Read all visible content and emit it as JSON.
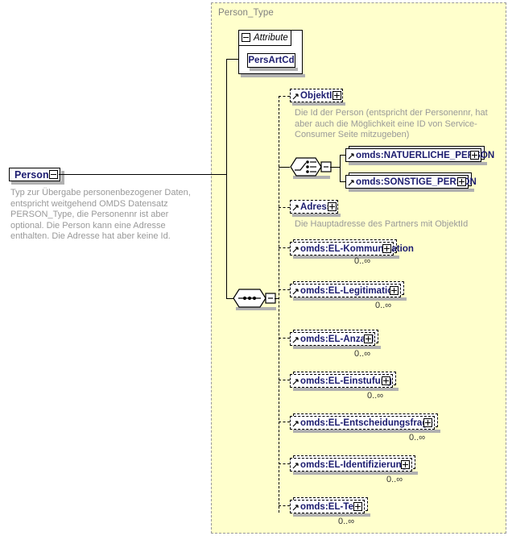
{
  "root": {
    "name": "Person",
    "control": "minus",
    "documentation": "Typ zur Übergabe personenbezogener Daten, entspricht weitgehend OMDS Datensatz PERSON_Type, die Personennr ist aber optional. Die Person kann eine Adresse enthalten. Die Adresse hat aber keine Id."
  },
  "type_container": {
    "label": "Person_Type"
  },
  "attributes": {
    "group_label": "Attribute",
    "group_control": "minus",
    "items": [
      {
        "name": "PersArtCd"
      }
    ]
  },
  "compositors": {
    "choice": "choice-compositor",
    "sequence": "sequence-compositor"
  },
  "elements": [
    {
      "name": "ObjektId",
      "control": "plus",
      "required": false,
      "multi": false,
      "cardinality": "",
      "documentation": "Die Id der Person (entspricht der Personennr, hat aber auch die Möglichkeit eine ID von Service-Consumer Seite mitzugeben)"
    },
    {
      "name": "omds:NATUERLICHE_PERSON",
      "control": "plus",
      "required": true,
      "multi": true,
      "cardinality": "",
      "documentation": ""
    },
    {
      "name": "omds:SONSTIGE_PERSON",
      "control": "plus",
      "required": true,
      "multi": true,
      "cardinality": "",
      "documentation": ""
    },
    {
      "name": "Adresse",
      "control": "plus",
      "required": false,
      "multi": false,
      "cardinality": "",
      "documentation": "Die Hauptadresse des Partners mit ObjektId"
    },
    {
      "name": "omds:EL-Kommunikation",
      "control": "plus",
      "required": false,
      "multi": true,
      "cardinality": "0..∞",
      "documentation": ""
    },
    {
      "name": "omds:EL-Legitimation",
      "control": "plus",
      "required": false,
      "multi": true,
      "cardinality": "0..∞",
      "documentation": ""
    },
    {
      "name": "omds:EL-Anzahl",
      "control": "plus",
      "required": false,
      "multi": true,
      "cardinality": "0..∞",
      "documentation": ""
    },
    {
      "name": "omds:EL-Einstufung",
      "control": "plus",
      "required": false,
      "multi": true,
      "cardinality": "0..∞",
      "documentation": ""
    },
    {
      "name": "omds:EL-Entscheidungsfrage",
      "control": "plus",
      "required": false,
      "multi": true,
      "cardinality": "0..∞",
      "documentation": ""
    },
    {
      "name": "omds:EL-Identifizierung",
      "control": "plus",
      "required": false,
      "multi": true,
      "cardinality": "0..∞",
      "documentation": ""
    },
    {
      "name": "omds:EL-Text",
      "control": "plus",
      "required": false,
      "multi": true,
      "cardinality": "0..∞",
      "documentation": ""
    }
  ],
  "colors": {
    "type_background": "#ffffcc",
    "element_label": "#1b1b6f",
    "documentation_text": "#999999",
    "node_fill": "#ffffff",
    "shadow": "#b0b0b0"
  }
}
